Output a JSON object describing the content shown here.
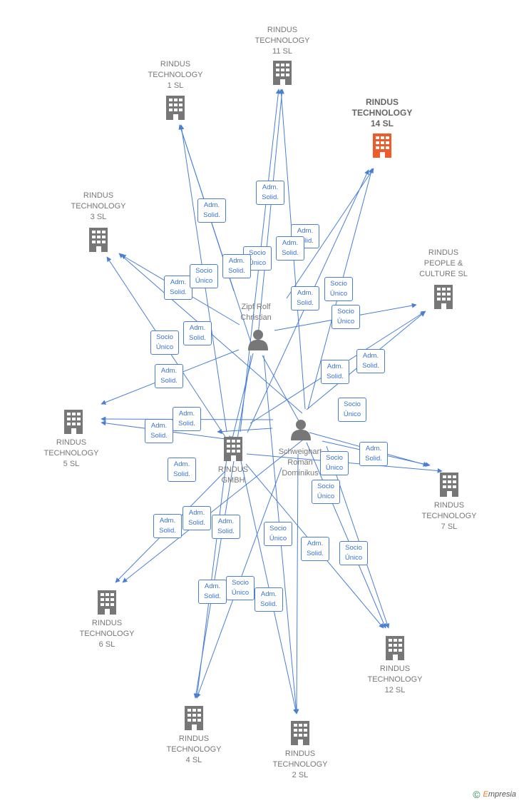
{
  "companies": [
    {
      "id": "c11",
      "lines": [
        "RINDUS",
        "TECHNOLOGY",
        "11  SL"
      ]
    },
    {
      "id": "c1",
      "lines": [
        "RINDUS",
        "TECHNOLOGY",
        "1  SL"
      ]
    },
    {
      "id": "c14",
      "lines": [
        "RINDUS",
        "TECHNOLOGY",
        "14  SL"
      ],
      "focus": true
    },
    {
      "id": "c3",
      "lines": [
        "RINDUS",
        "TECHNOLOGY",
        "3  SL"
      ]
    },
    {
      "id": "cpc",
      "lines": [
        "RINDUS",
        "PEOPLE &",
        "CULTURE  SL"
      ]
    },
    {
      "id": "c5",
      "lines": [
        "RINDUS",
        "TECHNOLOGY",
        "5  SL"
      ]
    },
    {
      "id": "cg",
      "lines": [
        "RINDUS",
        "GMBH"
      ]
    },
    {
      "id": "c7",
      "lines": [
        "RINDUS",
        "TECHNOLOGY",
        "7  SL"
      ]
    },
    {
      "id": "c6",
      "lines": [
        "RINDUS",
        "TECHNOLOGY",
        "6  SL"
      ]
    },
    {
      "id": "c12",
      "lines": [
        "RINDUS",
        "TECHNOLOGY",
        "12  SL"
      ]
    },
    {
      "id": "c4",
      "lines": [
        "RINDUS",
        "TECHNOLOGY",
        "4  SL"
      ]
    },
    {
      "id": "c2",
      "lines": [
        "RINDUS",
        "TECHNOLOGY",
        "2  SL"
      ]
    }
  ],
  "persons": [
    {
      "id": "pz",
      "lines": [
        "Zipf Rolf",
        "Christian"
      ]
    },
    {
      "id": "ps",
      "lines": [
        "Schweighart",
        "Roman",
        "Dominikus"
      ]
    }
  ],
  "edge_labels": [
    [
      "Adm.",
      "Solid."
    ],
    [
      "Adm.",
      "Solid."
    ],
    [
      "Adm.",
      "Solid."
    ],
    [
      "Socio",
      "Único"
    ],
    [
      "Adm.",
      "Solid."
    ],
    [
      "Adm.",
      "Solid."
    ],
    [
      "Socio",
      "Único"
    ],
    [
      "Adm.",
      "Solid."
    ],
    [
      "Socio",
      "Único"
    ],
    [
      "Adm.",
      "Solid."
    ],
    [
      "Adm.",
      "Solid."
    ],
    [
      "Socio",
      "Único"
    ],
    [
      "Adm.",
      "Solid."
    ],
    [
      "Socio",
      "Único"
    ],
    [
      "Adm.",
      "Solid."
    ],
    [
      "Adm.",
      "Solid."
    ],
    [
      "Socio",
      "Único"
    ],
    [
      "Adm.",
      "Solid."
    ],
    [
      "Socio",
      "Único"
    ],
    [
      "Adm.",
      "Solid."
    ],
    [
      "Adm.",
      "Solid."
    ],
    [
      "Socio",
      "Único"
    ],
    [
      "Adm.",
      "Solid."
    ],
    [
      "Adm.",
      "Solid."
    ],
    [
      "Adm.",
      "Solid."
    ],
    [
      "Adm.",
      "Solid."
    ],
    [
      "Socio",
      "Único"
    ],
    [
      "Adm.",
      "Solid."
    ],
    [
      "Socio",
      "Único"
    ],
    [
      "Adm.",
      "Solid."
    ],
    [
      "Socio",
      "Único"
    ],
    [
      "Adm.",
      "Solid."
    ]
  ],
  "footer": {
    "copyright": "©",
    "brand_initial": "E",
    "brand_rest": "mpresia"
  },
  "colors": {
    "edge": "#4a7fd4",
    "node": "#777777",
    "focus": "#f05a28",
    "label_text": "#3a73cf"
  }
}
